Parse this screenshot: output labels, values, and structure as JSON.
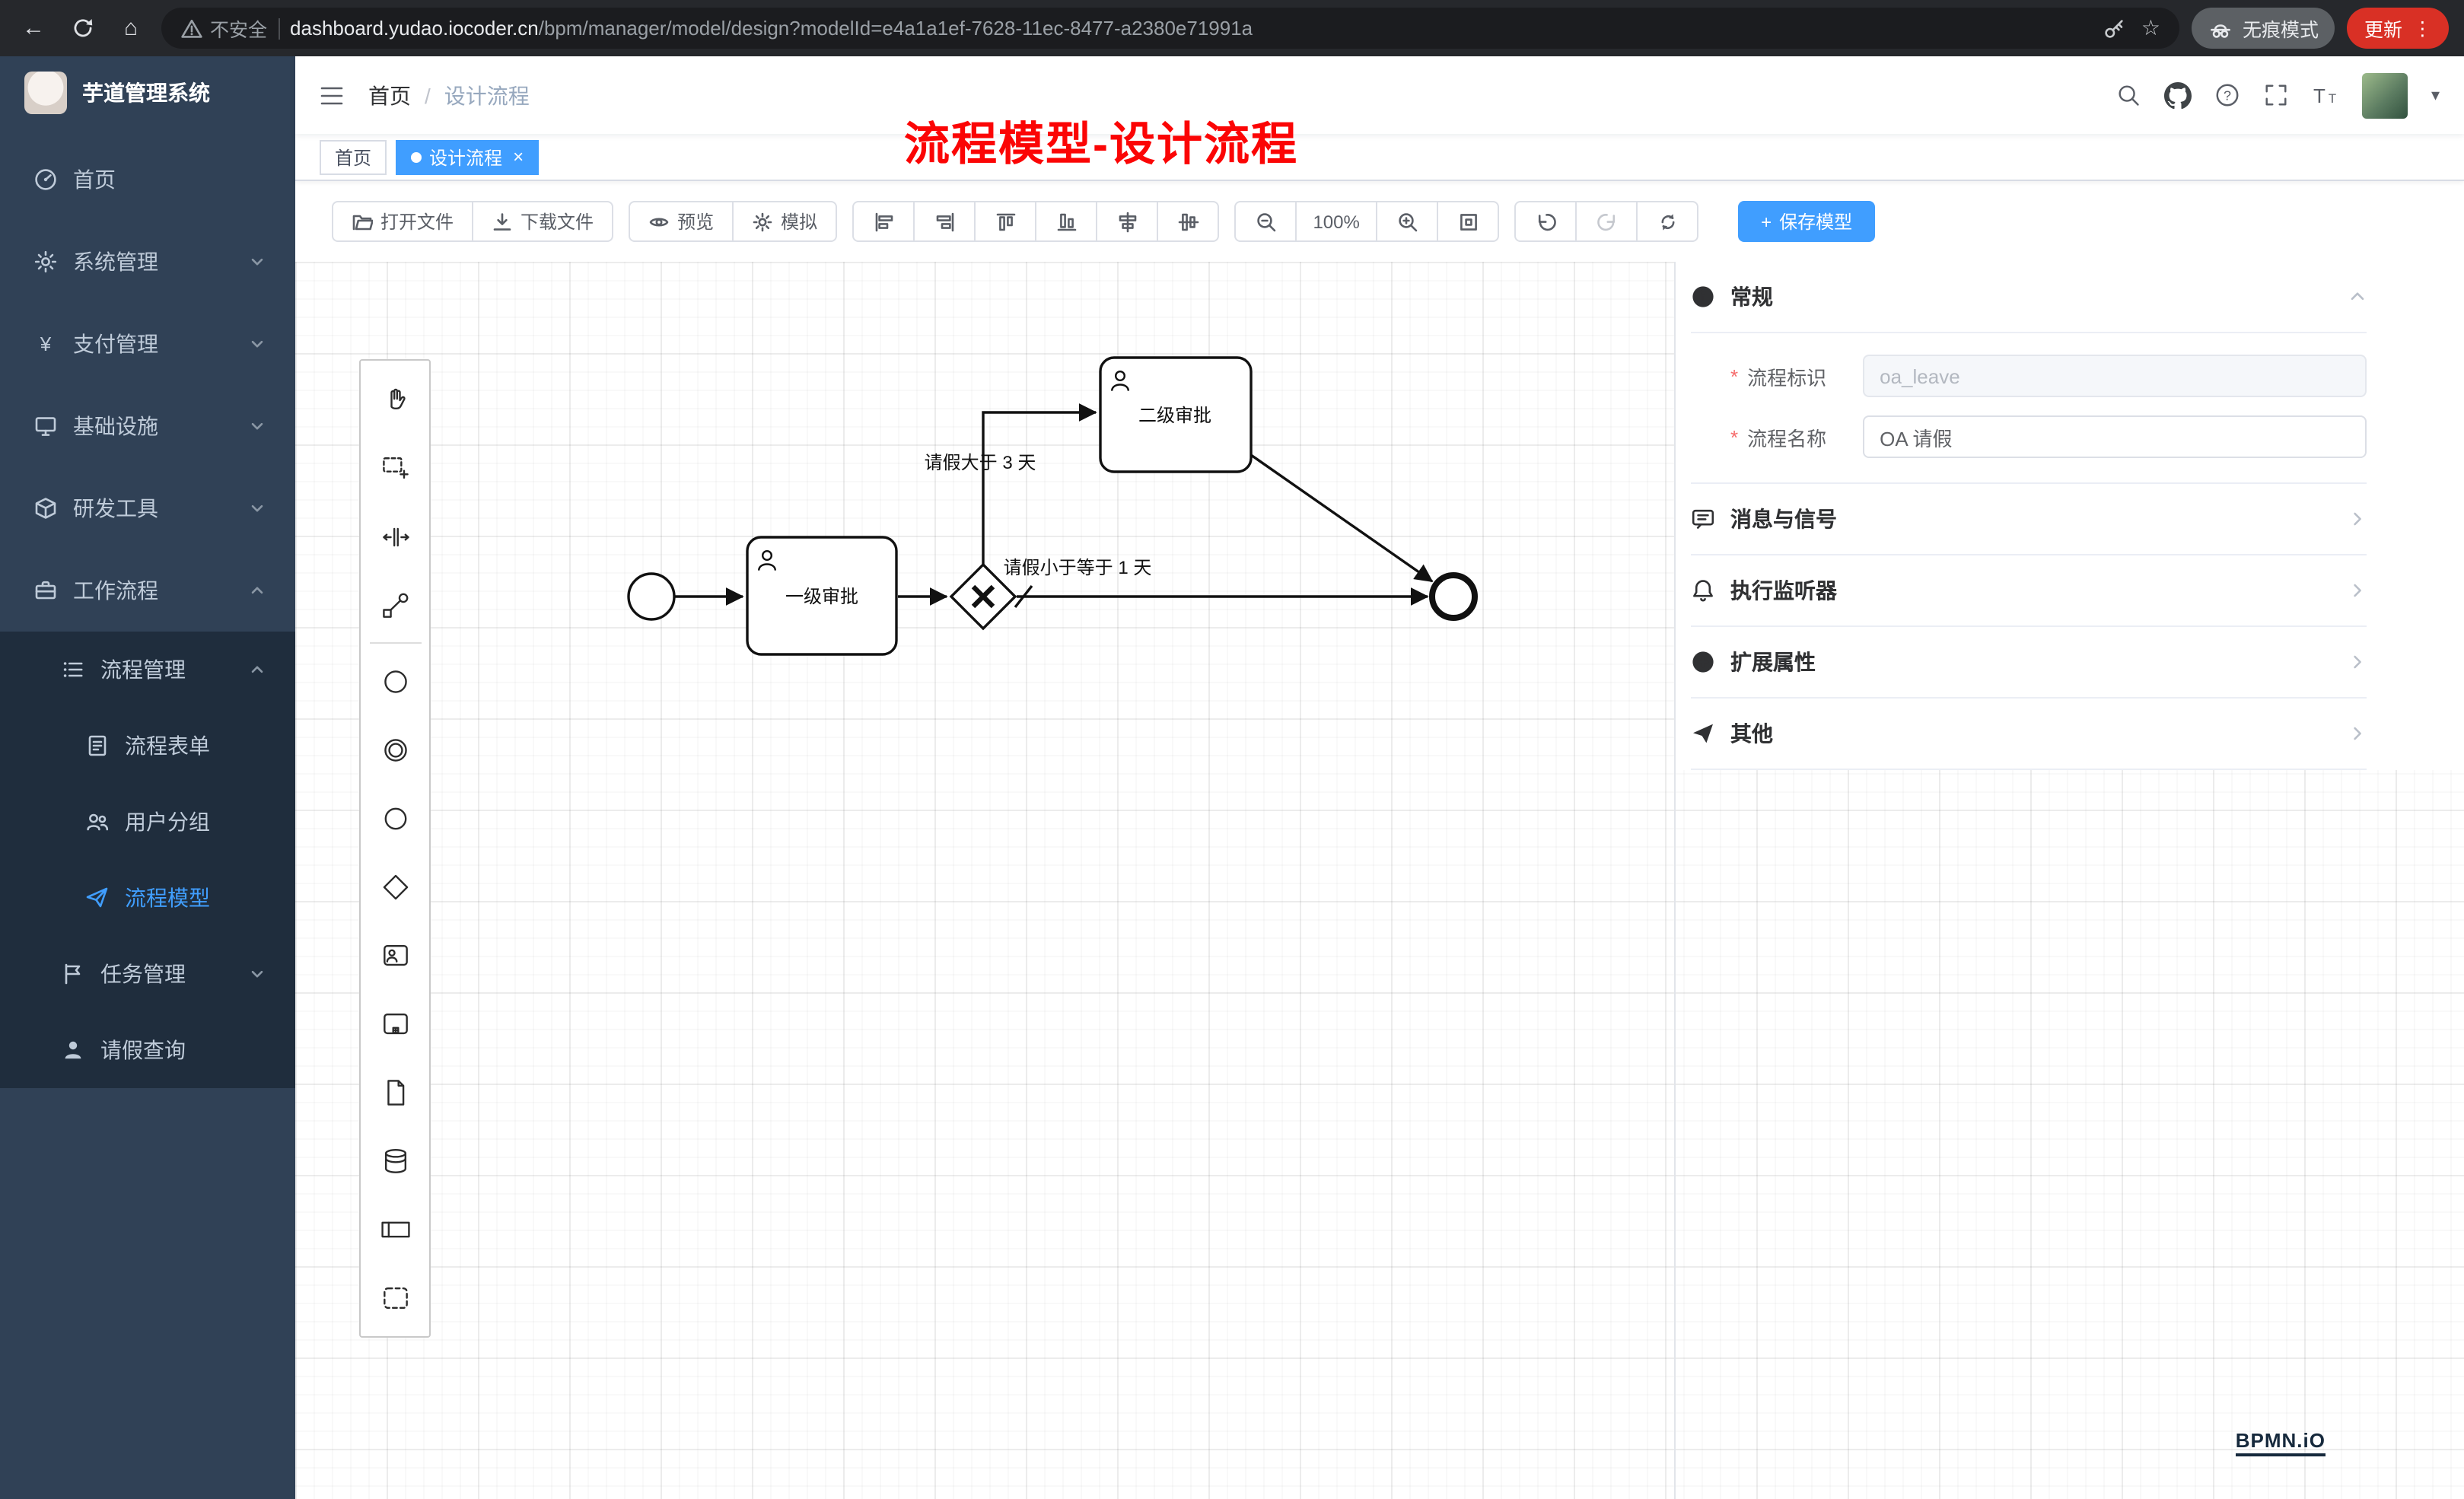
{
  "glyphs": {
    "back": "←",
    "home": "⌂",
    "star": "☆",
    "more_vert": "⋮",
    "caret_down": "▾",
    "slash": "/",
    "close": "×",
    "plus": "+",
    "required": "*"
  },
  "browser": {
    "back_icon": "back-arrow-icon",
    "reload_icon": "reload-icon",
    "home_icon": "home-icon",
    "security_label": "不安全",
    "url_domain": "dashboard.yudao.iocoder.cn",
    "url_path": "/bpm/manager/model/design?modelId=e4a1a1ef-7628-11ec-8477-a2380e71991a",
    "key_icon": "password-key-icon",
    "bookmark_icon": "bookmark-star-icon",
    "incognito_label": "无痕模式",
    "update_label": "更新"
  },
  "sidebar": {
    "logo_title": "芋道管理系统",
    "items": [
      {
        "label": "首页",
        "icon": "dashboard-icon",
        "level": 1
      },
      {
        "label": "系统管理",
        "icon": "gear-icon",
        "level": 1,
        "chevron": "down"
      },
      {
        "label": "支付管理",
        "icon": "payment-yen-icon",
        "level": 1,
        "chevron": "down"
      },
      {
        "label": "基础设施",
        "icon": "monitor-icon",
        "level": 1,
        "chevron": "down"
      },
      {
        "label": "研发工具",
        "icon": "cube-icon",
        "level": 1,
        "chevron": "down"
      },
      {
        "label": "工作流程",
        "icon": "briefcase-icon",
        "level": 1,
        "chevron": "up",
        "expanded": true
      },
      {
        "label": "流程管理",
        "icon": "list-icon",
        "level": 2,
        "chevron": "up",
        "expanded": true
      },
      {
        "label": "流程表单",
        "icon": "form-doc-icon",
        "level": 3
      },
      {
        "label": "用户分组",
        "icon": "user-group-icon",
        "level": 3
      },
      {
        "label": "流程模型",
        "icon": "paper-plane-icon",
        "level": 3,
        "active": true
      },
      {
        "label": "任务管理",
        "icon": "flag-icon",
        "level": 2,
        "chevron": "down"
      },
      {
        "label": "请假查询",
        "icon": "person-icon",
        "level": 2
      }
    ]
  },
  "navbar": {
    "breadcrumb_home": "首页",
    "breadcrumb_current": "设计流程",
    "right_icons": [
      "search-icon",
      "github-icon",
      "help-icon",
      "fullscreen-icon",
      "font-size-icon",
      "avatar",
      "caret-down-icon"
    ]
  },
  "tags": {
    "home": "首页",
    "active": "设计流程"
  },
  "toolbar": {
    "open": "打开文件",
    "download": "下载文件",
    "preview": "预览",
    "simulate": "模拟",
    "zoom": "100%",
    "save": "保存模型",
    "icons": [
      "open-file-icon",
      "download-file-icon",
      "preview-eye-icon",
      "simulate-gear-icon",
      "align-left-icon",
      "align-right-icon",
      "align-top-icon",
      "align-bottom-icon",
      "align-center-horizontal-icon",
      "align-center-vertical-icon",
      "zoom-out-icon",
      "zoom-in-icon",
      "zoom-reset-icon",
      "undo-icon",
      "redo-icon",
      "restart-icon",
      "save-plus-icon"
    ]
  },
  "palette_icons": [
    "hand-tool-icon",
    "lasso-tool-icon",
    "space-tool-icon",
    "global-connect-icon",
    "start-event-icon",
    "intermediate-event-icon",
    "end-event-icon",
    "gateway-icon",
    "user-task-icon",
    "subprocess-icon",
    "task-icon",
    "data-store-icon",
    "participant-icon",
    "group-icon"
  ],
  "diagram": {
    "nodes": [
      {
        "type": "start-event",
        "label": ""
      },
      {
        "type": "user-task",
        "label": "一级审批"
      },
      {
        "type": "exclusive-gateway",
        "label": ""
      },
      {
        "type": "user-task",
        "label": "二级审批"
      },
      {
        "type": "end-event",
        "label": ""
      }
    ],
    "flows": [
      {
        "from": "start-event",
        "to": "一级审批",
        "label": ""
      },
      {
        "from": "一级审批",
        "to": "exclusive-gateway",
        "label": ""
      },
      {
        "from": "exclusive-gateway",
        "to": "二级审批",
        "label": "请假大于 3 天"
      },
      {
        "from": "exclusive-gateway",
        "to": "end-event",
        "label": "请假小于等于 1 天",
        "default": true
      },
      {
        "from": "二级审批",
        "to": "end-event",
        "label": ""
      }
    ]
  },
  "panel": {
    "general": {
      "title": "常规",
      "icon": "info-circle-icon",
      "fields": [
        {
          "label": "流程标识",
          "value": "oa_leave",
          "required": true,
          "disabled": true
        },
        {
          "label": "流程名称",
          "value": "OA 请假",
          "required": true,
          "disabled": false
        }
      ]
    },
    "sections": [
      {
        "title": "消息与信号",
        "icon": "message-icon"
      },
      {
        "title": "执行监听器",
        "icon": "bell-icon"
      },
      {
        "title": "扩展属性",
        "icon": "plus-circle-icon"
      },
      {
        "title": "其他",
        "icon": "send-icon"
      }
    ]
  },
  "watermark": "BPMN.iO",
  "annotation": "流程模型-设计流程",
  "colors": {
    "primary": "#409eff",
    "sidebar_bg": "#304156",
    "submenu_bg": "#1f2d3d",
    "update_red": "#d93025",
    "annotation_red": "#fb0505",
    "required_red": "#f56c6c"
  }
}
